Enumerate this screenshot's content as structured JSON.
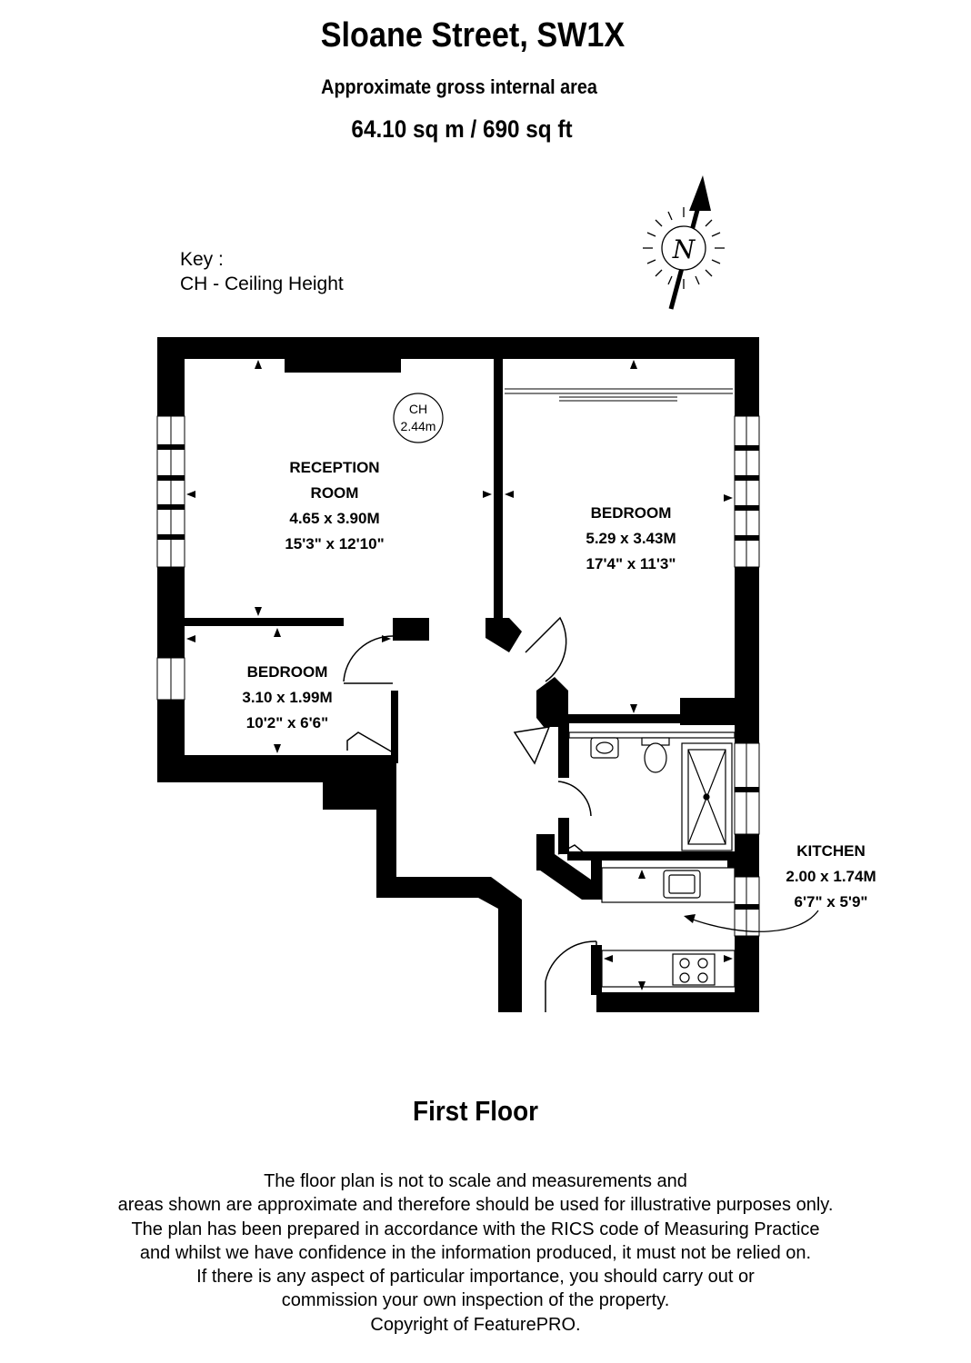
{
  "header": {
    "title": "Sloane Street, SW1X",
    "subtitle": "Approximate gross internal area",
    "area": "64.10 sq m /  690 sq ft"
  },
  "key": {
    "heading": "Key :",
    "items": [
      "CH - Ceiling Height"
    ]
  },
  "compass": {
    "label": "N"
  },
  "ceiling_height": {
    "label": "CH",
    "value": "2.44m"
  },
  "rooms": [
    {
      "id": "reception",
      "lines": [
        "RECEPTION",
        "ROOM",
        "4.65 x 3.90M",
        "15'3\" x 12'10\""
      ]
    },
    {
      "id": "bedroom-main",
      "lines": [
        "BEDROOM",
        "5.29 x 3.43M",
        "17'4\" x 11'3\""
      ]
    },
    {
      "id": "bedroom-small",
      "lines": [
        "BEDROOM",
        "3.10 x 1.99M",
        "10'2\" x 6'6\""
      ]
    },
    {
      "id": "kitchen",
      "lines": [
        "KITCHEN",
        "2.00 x 1.74M",
        "6'7\" x 5'9\""
      ]
    }
  ],
  "floor": {
    "label": "First Floor"
  },
  "disclaimer": {
    "lines": [
      "The floor plan is not to scale and measurements and",
      "areas shown are approximate and therefore should be used for illustrative purposes only.",
      "The plan has been prepared in accordance with the RICS code of Measuring Practice",
      "and whilst we have confidence in the information produced, it must not be relied on.",
      "If there is any aspect of particular importance, you should carry out or",
      "commission your own inspection of the property.",
      "Copyright of FeaturePRO."
    ]
  },
  "colors": {
    "wall": "#000000",
    "background": "#ffffff",
    "fixture": "#444444"
  }
}
